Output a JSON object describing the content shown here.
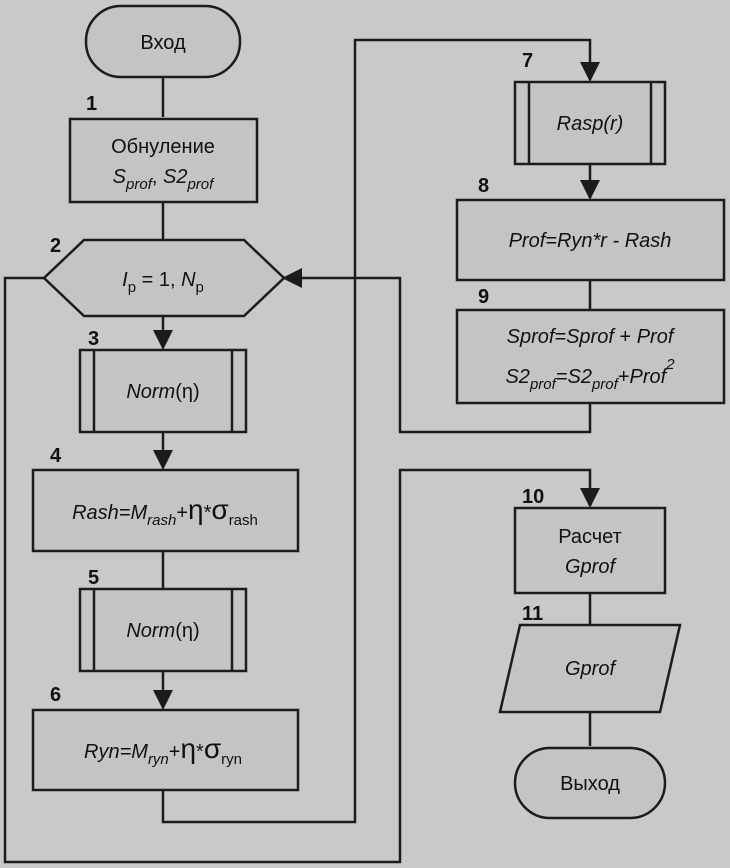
{
  "blocks": {
    "start": {
      "label": "Вход"
    },
    "b1": {
      "number": "1",
      "line1": "Обнуление",
      "line2_a": "S",
      "line2_a_sub": "prof",
      "line2_sep": ", ",
      "line2_b": "S2",
      "line2_b_sub": "prof"
    },
    "b2": {
      "number": "2",
      "a": "I",
      "a_sub": "p",
      "mid": " = 1, ",
      "b": "N",
      "b_sub": "p"
    },
    "b3": {
      "number": "3",
      "fn": "Norm",
      "arg": "(η)"
    },
    "b4": {
      "number": "4",
      "lhs": "Rash=",
      "m": "M",
      "m_sub": "rash",
      "plus": "+",
      "eta": "η",
      "mul": "*",
      "sigma": "σ",
      "sigma_sub": "rash"
    },
    "b5": {
      "number": "5",
      "fn": "Norm",
      "arg": "(η)"
    },
    "b6": {
      "number": "6",
      "lhs": "Ryn=",
      "m": "M",
      "m_sub": "ryn",
      "plus": "+",
      "eta": "η",
      "mul": "*",
      "sigma": "σ",
      "sigma_sub": "ryn"
    },
    "b7": {
      "number": "7",
      "fn": "Rasp(",
      "arg": "r",
      "close": ")"
    },
    "b8": {
      "number": "8",
      "text": "Prof=Ryn*r - Rash"
    },
    "b9": {
      "number": "9",
      "line1_a": "Sprof=Sprof",
      "line1_plus": " + ",
      "line1_b": "Prof",
      "line2_a": "S2",
      "line2_a_sub": "prof",
      "line2_eq": "=S2",
      "line2_b_sub": "prof",
      "line2_plus": "+",
      "line2_c": "Prof",
      "line2_sup": "2"
    },
    "b10": {
      "number": "10",
      "line1": "Расчет",
      "line2": "Gprof"
    },
    "b11": {
      "number": "11",
      "text": "Gprof"
    },
    "end": {
      "label": "Выход"
    }
  }
}
